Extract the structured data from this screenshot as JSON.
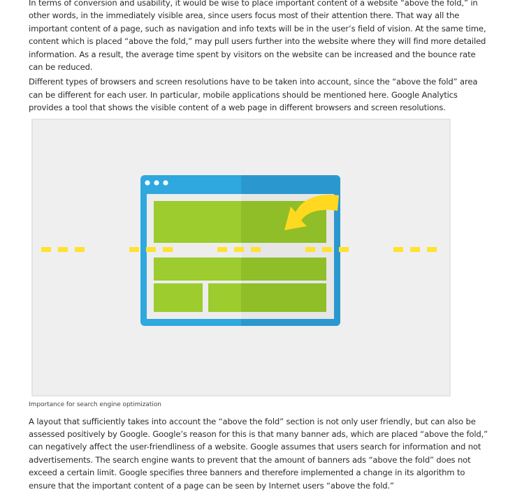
{
  "article": {
    "paragraph_1": "In terms of conversion and usability, it would be wise to place important content of a website “above the fold,” in other words, in the immediately visible area, since users focus most of their attention there. That way all the important content of a page, such as navigation and info texts will be in the user’s field of vision. At the same time, content which is placed “above the fold,” may pull users further into the website where they will find more detailed information. As a result, the average time spent by visitors on the website can be increased and the bounce rate can be reduced.",
    "paragraph_2": "Different types of browsers and screen resolutions have to be taken into account, since the “above the fold” area can be different for each user. In particular, mobile applications should be mentioned here. Google Analytics provides a tool that shows the visible content of a web page in different browsers and screen resolutions.",
    "figure_caption": "Importance for search engine optimization",
    "paragraph_3": "A layout that sufficiently takes into account the “above the fold” section is not only user friendly, but can also be assessed positively by Google. Google’s reason for this is that many banner ads, which are placed “above the fold,” can negatively affect the user-friendliness of a website. Google assumes that users search for information and not advertisements. The search engine wants to prevent that the amount of banners ads “above the fold” does not exceed a certain limit. Google specifies three banners and therefore implemented a change in its algorithm to ensure that the important content of a page can be seen by Internet users “above the fold.”"
  },
  "illustration": {
    "colors": {
      "background": "#efefef",
      "browser_frame": "#2ea8df",
      "browser_frame_shade": "#2a98cf",
      "page": "#eeeeee",
      "content_block": "#9ccc2e",
      "content_block_shade": "#8fbe28",
      "fold_line": "#ffe22e",
      "arrow": "#ffd91f",
      "window_dots": "#ffffff"
    },
    "icons": [
      "browser-window-icon",
      "curved-arrow-icon",
      "fold-line"
    ]
  }
}
